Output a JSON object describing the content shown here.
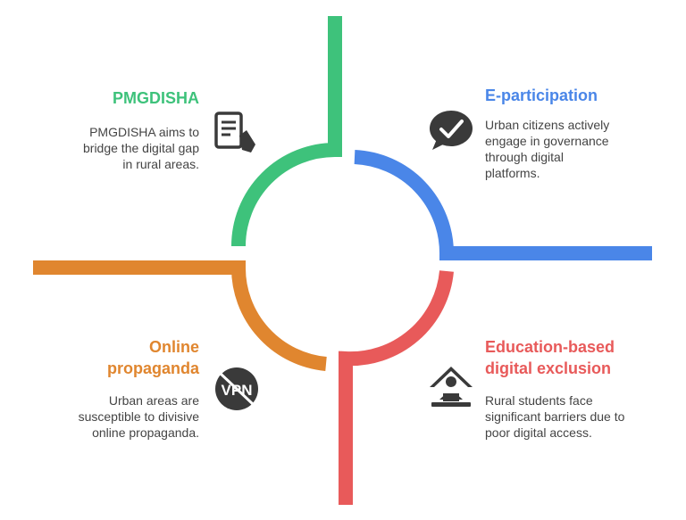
{
  "colors": {
    "green": "#3ec27b",
    "blue": "#4a86e8",
    "red": "#e85a5a",
    "orange": "#e0862f",
    "icon": "#3a3a3a"
  },
  "quadrants": {
    "top_left": {
      "title": "PMGDISHA",
      "description": "PMGDISHA aims to\nbridge the digital gap\nin rural areas.",
      "icon": "document-pointer-icon",
      "color": "#3ec27b"
    },
    "top_right": {
      "title": "E-participation",
      "description": "Urban citizens actively\nengage in governance\nthrough digital\nplatforms.",
      "icon": "chat-check-icon",
      "color": "#4a86e8"
    },
    "bottom_left": {
      "title": "Online\npropaganda",
      "description": "Urban areas are\nsusceptible to divisive\nonline propaganda.",
      "icon": "no-vpn-icon",
      "icon_text": "VPN",
      "color": "#e0862f"
    },
    "bottom_right": {
      "title": "Education-based\ndigital exclusion",
      "description": "Rural students face\nsignificant barriers due to\npoor digital access.",
      "icon": "home-learning-icon",
      "color": "#e85a5a"
    }
  }
}
